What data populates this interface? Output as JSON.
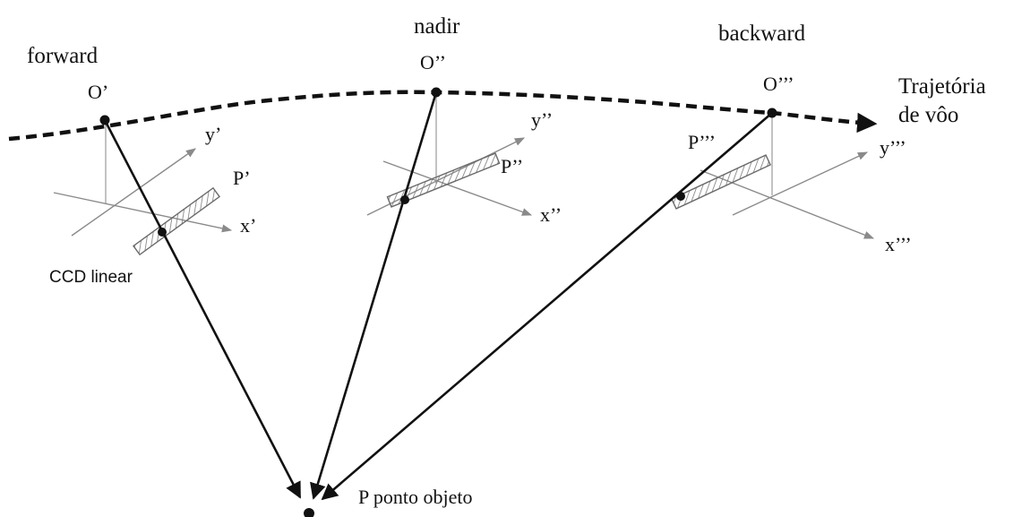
{
  "views": {
    "forward": {
      "title": "forward",
      "center": "O’",
      "x_axis": "x’",
      "y_axis": "y’",
      "point": "P’"
    },
    "nadir": {
      "title": "nadir",
      "center": "O’’",
      "x_axis": "x’’",
      "y_axis": "y’’",
      "point": "P’’"
    },
    "backward": {
      "title": "backward",
      "center": "O’’’",
      "x_axis": "x’’’",
      "y_axis": "y’’’",
      "point": "P’’’"
    }
  },
  "sensor_label": "CCD linear",
  "trajectory": {
    "line1": "Trajetória",
    "line2": "de vôo"
  },
  "object_point": "P ponto objeto",
  "colors": {
    "ink": "#111111",
    "axis": "#8a8a8a",
    "ccd": "#6a6a6a"
  }
}
